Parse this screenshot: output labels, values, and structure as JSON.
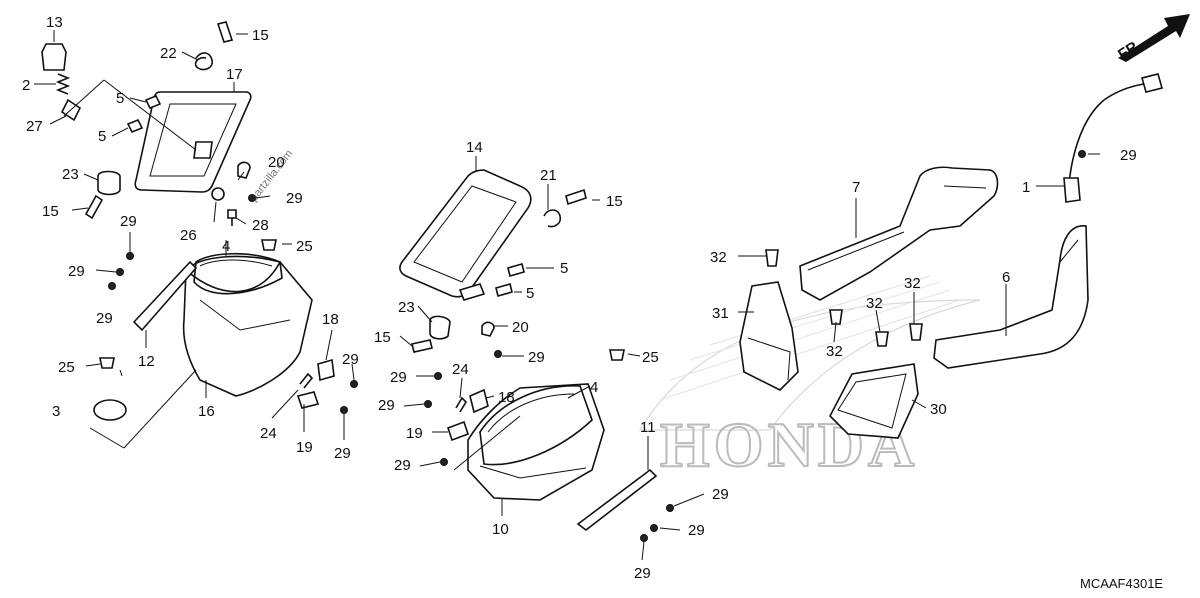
{
  "diagram": {
    "direction_label": "FR.",
    "brand_watermark": "HONDA",
    "site_watermark": "partzilla.com",
    "figure_code": "MCAAF4301E",
    "callouts": [
      {
        "id": "c13",
        "text": "13"
      },
      {
        "id": "c2",
        "text": "2"
      },
      {
        "id": "c27",
        "text": "27"
      },
      {
        "id": "c22",
        "text": "22"
      },
      {
        "id": "c15a",
        "text": "15"
      },
      {
        "id": "c17",
        "text": "17"
      },
      {
        "id": "c5a",
        "text": "5"
      },
      {
        "id": "c5b",
        "text": "5"
      },
      {
        "id": "c23a",
        "text": "23"
      },
      {
        "id": "c20a",
        "text": "20"
      },
      {
        "id": "c29a",
        "text": "29"
      },
      {
        "id": "c15b",
        "text": "15"
      },
      {
        "id": "c26",
        "text": "26"
      },
      {
        "id": "c28",
        "text": "28"
      },
      {
        "id": "c29b",
        "text": "29"
      },
      {
        "id": "c4a",
        "text": "4"
      },
      {
        "id": "c25a",
        "text": "25"
      },
      {
        "id": "c29c",
        "text": "29"
      },
      {
        "id": "c29d",
        "text": "29"
      },
      {
        "id": "c12",
        "text": "12"
      },
      {
        "id": "c18a",
        "text": "18"
      },
      {
        "id": "c25b",
        "text": "25"
      },
      {
        "id": "c29e",
        "text": "29"
      },
      {
        "id": "c3",
        "text": "3"
      },
      {
        "id": "c16",
        "text": "16"
      },
      {
        "id": "c24a",
        "text": "24"
      },
      {
        "id": "c19a",
        "text": "19"
      },
      {
        "id": "c29f",
        "text": "29"
      },
      {
        "id": "c14",
        "text": "14"
      },
      {
        "id": "c21",
        "text": "21"
      },
      {
        "id": "c15c",
        "text": "15"
      },
      {
        "id": "c5c",
        "text": "5"
      },
      {
        "id": "c5d",
        "text": "5"
      },
      {
        "id": "c23b",
        "text": "23"
      },
      {
        "id": "c20b",
        "text": "20"
      },
      {
        "id": "c15d",
        "text": "15"
      },
      {
        "id": "c29g",
        "text": "29"
      },
      {
        "id": "c25c",
        "text": "25"
      },
      {
        "id": "c24b",
        "text": "24"
      },
      {
        "id": "c29h",
        "text": "29"
      },
      {
        "id": "c18b",
        "text": "18"
      },
      {
        "id": "c4b",
        "text": "4"
      },
      {
        "id": "c29i",
        "text": "29"
      },
      {
        "id": "c19b",
        "text": "19"
      },
      {
        "id": "c11",
        "text": "11"
      },
      {
        "id": "c29j",
        "text": "29"
      },
      {
        "id": "c29k",
        "text": "29"
      },
      {
        "id": "c10",
        "text": "10"
      },
      {
        "id": "c29l",
        "text": "29"
      },
      {
        "id": "c29m",
        "text": "29"
      },
      {
        "id": "c7",
        "text": "7"
      },
      {
        "id": "c32a",
        "text": "32"
      },
      {
        "id": "c31",
        "text": "31"
      },
      {
        "id": "c32b",
        "text": "32"
      },
      {
        "id": "c32c",
        "text": "32"
      },
      {
        "id": "c32d",
        "text": "32"
      },
      {
        "id": "c6",
        "text": "6"
      },
      {
        "id": "c30",
        "text": "30"
      },
      {
        "id": "c29n",
        "text": "29"
      },
      {
        "id": "c1",
        "text": "1"
      }
    ]
  }
}
